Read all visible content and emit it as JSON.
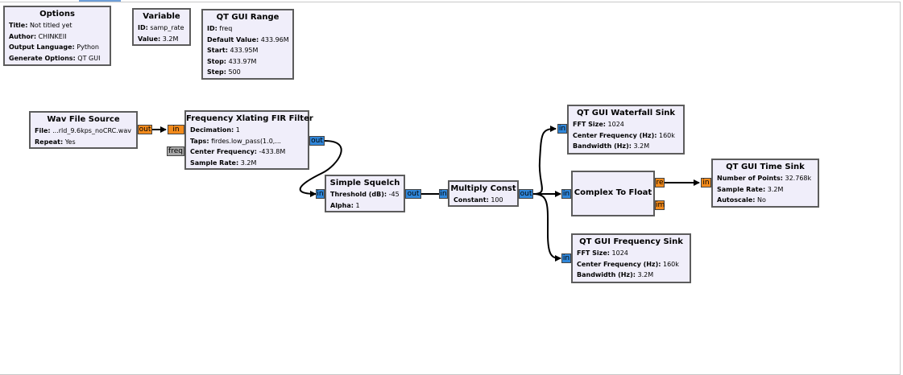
{
  "blocks": {
    "options": {
      "title": "Options",
      "params": [
        [
          "Title:",
          "Not titled yet"
        ],
        [
          "Author:",
          "CHINKEII"
        ],
        [
          "Output Language:",
          "Python"
        ],
        [
          "Generate Options:",
          "QT GUI"
        ]
      ]
    },
    "variable": {
      "title": "Variable",
      "params": [
        [
          "ID:",
          "samp_rate"
        ],
        [
          "Value:",
          "3.2M"
        ]
      ]
    },
    "qt_range": {
      "title": "QT GUI Range",
      "params": [
        [
          "ID:",
          "freq"
        ],
        [
          "Default Value:",
          "433.96M"
        ],
        [
          "Start:",
          "433.95M"
        ],
        [
          "Stop:",
          "433.97M"
        ],
        [
          "Step:",
          "500"
        ]
      ]
    },
    "wav_source": {
      "title": "Wav File Source",
      "params": [
        [
          "File:",
          "...rld_9.6kps_noCRC.wav"
        ],
        [
          "Repeat:",
          "Yes"
        ]
      ]
    },
    "xlating": {
      "title": "Frequency Xlating FIR Filter",
      "params": [
        [
          "Decimation:",
          "1"
        ],
        [
          "Taps:",
          "firdes.low_pass(1.0,..."
        ],
        [
          "Center Frequency:",
          "-433.8M"
        ],
        [
          "Sample Rate:",
          "3.2M"
        ]
      ]
    },
    "squelch": {
      "title": "Simple Squelch",
      "params": [
        [
          "Threshold (dB):",
          "-45"
        ],
        [
          "Alpha:",
          "1"
        ]
      ]
    },
    "multiply": {
      "title": "Multiply Const",
      "params": [
        [
          "Constant:",
          "100"
        ]
      ]
    },
    "waterfall": {
      "title": "QT GUI Waterfall Sink",
      "params": [
        [
          "FFT Size:",
          "1024"
        ],
        [
          "Center Frequency (Hz):",
          "160k"
        ],
        [
          "Bandwidth (Hz):",
          "3.2M"
        ]
      ]
    },
    "c2f": {
      "title": "Complex To Float",
      "params": []
    },
    "time_sink": {
      "title": "QT GUI Time Sink",
      "params": [
        [
          "Number of Points:",
          "32.768k"
        ],
        [
          "Sample Rate:",
          "3.2M"
        ],
        [
          "Autoscale:",
          "No"
        ]
      ]
    },
    "freq_sink": {
      "title": "QT GUI Frequency Sink",
      "params": [
        [
          "FFT Size:",
          "1024"
        ],
        [
          "Center Frequency (Hz):",
          "160k"
        ],
        [
          "Bandwidth (Hz):",
          "3.2M"
        ]
      ]
    }
  },
  "ports": {
    "wav_out": "out",
    "xl_in": "in",
    "xl_freq": "freq",
    "xl_out": "out",
    "sq_in": "in",
    "sq_out": "out",
    "mc_in": "in",
    "mc_out": "out",
    "wf_in": "in",
    "c2f_in": "in",
    "c2f_re": "re",
    "c2f_im": "im",
    "ts_in": "in",
    "fs_in": "in"
  },
  "colors": {
    "complex_port": "#2f86d9",
    "float_port": "#f28a1b",
    "message_port": "#a8a8a8",
    "block_bg": "#f0eefa",
    "block_border": "#5c5c5c"
  }
}
